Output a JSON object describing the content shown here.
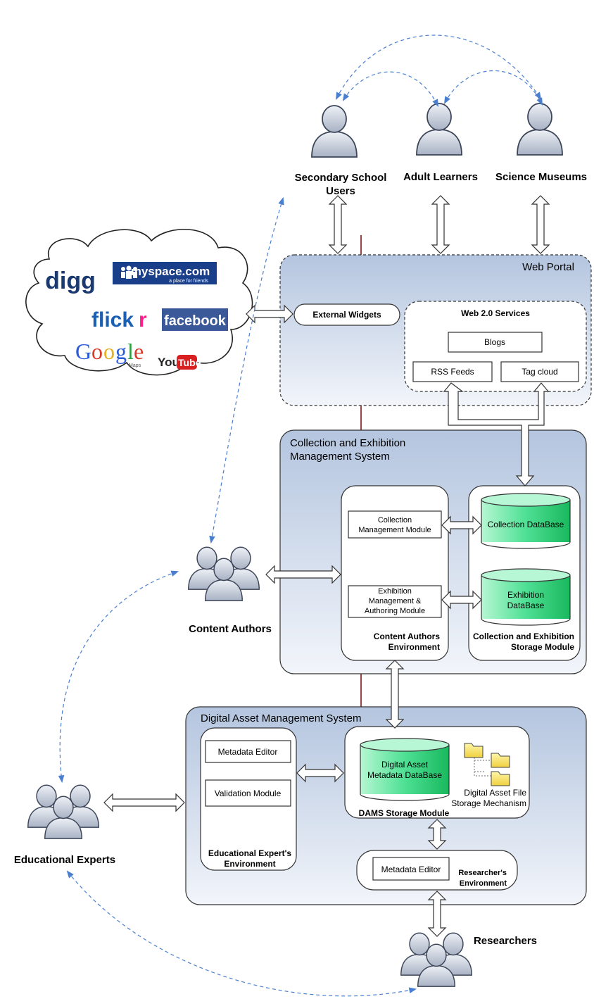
{
  "users": {
    "secondary_line1": "Secondary School",
    "secondary_line2": "Users",
    "adult": "Adult Learners",
    "museums": "Science Museums",
    "authors": "Content Authors",
    "experts": "Educational Experts",
    "researchers": "Researchers"
  },
  "social_logos": {
    "digg": "digg",
    "myspace_main": "myspace.com",
    "myspace_sub": "a place for friends",
    "flickr_a": "flick",
    "flickr_b": "r",
    "facebook": "facebook",
    "google": [
      "G",
      "o",
      "o",
      "g",
      "l",
      "e"
    ],
    "google_sub": "Maps",
    "youtube_a": "You",
    "youtube_b": "Tube"
  },
  "web_portal": {
    "title": "Web Portal",
    "external_widgets": "External Widgets",
    "web20_title": "Web 2.0 Services",
    "blogs": "Blogs",
    "rss": "RSS Feeds",
    "tagcloud": "Tag cloud"
  },
  "cems": {
    "title_line1": "Collection and Exhibition",
    "title_line2": "Management System",
    "collection_module": [
      "Collection",
      "Management Module"
    ],
    "exhibition_module": [
      "Exhibition",
      "Management &",
      "Authoring Module"
    ],
    "authors_env": [
      "Content Authors",
      "Environment"
    ],
    "collection_db": "Collection DataBase",
    "exhibition_db": [
      "Exhibition",
      "DataBase"
    ],
    "storage_module": [
      "Collection and Exhibition",
      "Storage Module"
    ]
  },
  "dams": {
    "title": "Digital Asset Management System",
    "metadata_editor": "Metadata Editor",
    "validation_module": "Validation Module",
    "expert_env": [
      "Educational Expert's",
      "Environment"
    ],
    "metadata_db": [
      "Digital Asset",
      "Metadata DataBase"
    ],
    "file_storage": [
      "Digital Asset File",
      "Storage Mechanism"
    ],
    "storage_module": "DAMS Storage Module",
    "researcher_editor": "Metadata Editor",
    "researcher_env": [
      "Researcher's",
      "Environment"
    ]
  },
  "colors": {
    "panel_top": "#b8c8e0",
    "panel_bottom": "#eef2f8",
    "db_green": "#2ed07a",
    "db_green_light": "#a8f5cc",
    "dashed_arrow": "#4a7fd0",
    "connector": "#7a1a1a",
    "person_fill": "#c0c8d8"
  }
}
